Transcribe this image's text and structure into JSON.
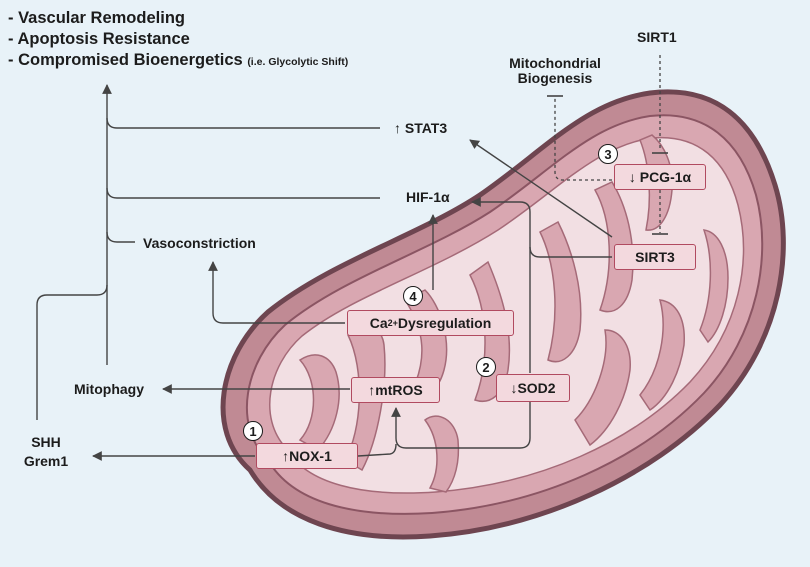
{
  "outcomes": {
    "line1": "- Vascular Remodeling",
    "line2": "- Apoptosis Resistance",
    "line3": "- Compromised Bioenergetics",
    "line3_note": "(i.e. Glycolytic Shift)"
  },
  "labels": {
    "sirt1": "SIRT1",
    "mito_biogenesis": "Mitochondrial Biogenesis",
    "stat3": "↑ STAT3",
    "hif1a": "HIF-1α",
    "vasoconstriction": "Vasoconstriction",
    "mitophagy": "Mitophagy",
    "shh": "SHH",
    "grem1": "Grem1"
  },
  "boxes": {
    "pgc1a": "↓ PCG-1α",
    "sirt3": "SIRT3",
    "ca_prefix": "Ca",
    "ca_sup": "2+",
    "ca_suffix": " Dysregulation",
    "mtros": "↑mtROS",
    "sod2": "↓SOD2",
    "nox1": "↑NOX-1"
  },
  "steps": {
    "one": "1",
    "two": "2",
    "three": "3",
    "four": "4"
  },
  "colors": {
    "background": "#e8f2f8",
    "outer_membrane": "#c08a94",
    "inner_membrane": "#d9a7b1",
    "matrix": "#f2dfe3",
    "box_fill": "#f3d9de",
    "box_border": "#b14a60",
    "arrow": "#444444"
  }
}
